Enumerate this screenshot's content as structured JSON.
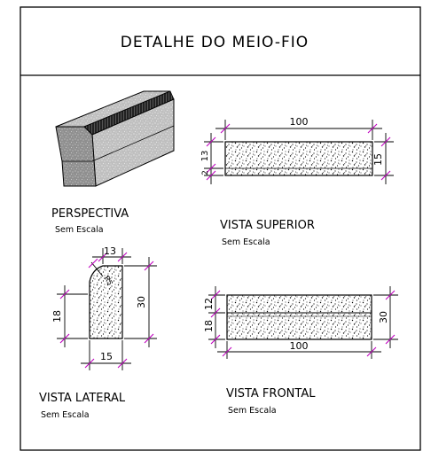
{
  "sheet": {
    "title": "DETALHE DO MEIO-FIO",
    "tick_color": "#c000c0"
  },
  "views": {
    "perspective": {
      "title": "PERSPECTIVA",
      "scale": "Sem Escala"
    },
    "top": {
      "title": "VISTA SUPERIOR",
      "scale": "Sem Escala",
      "dims": {
        "length": "100",
        "inner_left": "13",
        "inner_small": "2",
        "right": "15"
      }
    },
    "side": {
      "title": "VISTA LATERAL",
      "scale": "Sem Escala",
      "dims": {
        "top": "13",
        "radius": "R5",
        "left": "18",
        "right": "30",
        "bottom": "15"
      }
    },
    "front": {
      "title": "VISTA FRONTAL",
      "scale": "Sem Escala",
      "dims": {
        "upper": "12",
        "lower": "18",
        "right": "30",
        "length": "100"
      }
    }
  }
}
